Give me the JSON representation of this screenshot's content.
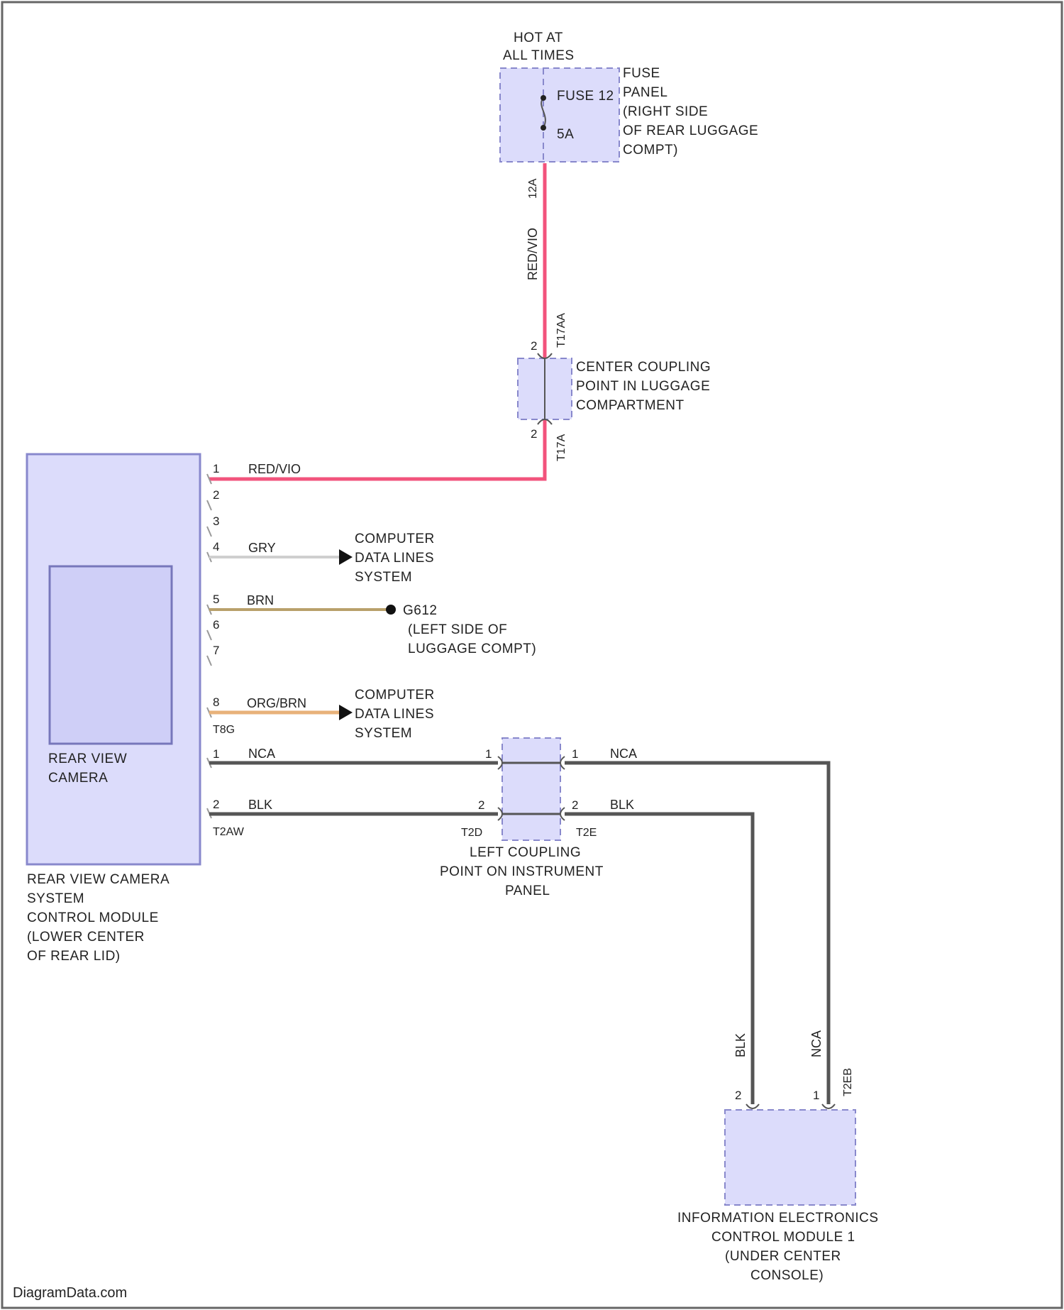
{
  "supply": {
    "line1": "HOT AT",
    "line2": "ALL TIMES"
  },
  "fuse": {
    "name": "FUSE 12",
    "rating": "5A",
    "location": [
      "FUSE",
      "PANEL",
      "(RIGHT SIDE",
      "OF REAR LUGGAGE",
      "COMPT)"
    ],
    "terminal": "12A"
  },
  "center_coupling": {
    "label": [
      "CENTER COUPLING",
      "POINT IN LUGGAGE",
      "COMPARTMENT"
    ],
    "upper_connector": "T17AA",
    "lower_connector": "T17A",
    "upper_pin": "2",
    "lower_pin": "2"
  },
  "camera_module": {
    "inner_label": [
      "REAR VIEW",
      "CAMERA"
    ],
    "label": [
      "REAR VIEW CAMERA",
      "SYSTEM",
      "CONTROL MODULE",
      "(LOWER CENTER",
      "OF REAR LID)"
    ],
    "upper_connector": "T8G",
    "lower_connector": "T2AW",
    "pins": [
      "1",
      "2",
      "3",
      "4",
      "5",
      "6",
      "7",
      "8"
    ],
    "lower_pins": [
      "1",
      "2"
    ]
  },
  "wires": {
    "feed_vertical": "RED/VIO",
    "feed_horizontal": "RED/VIO",
    "pin4": "GRY",
    "pin5": "BRN",
    "pin8": "ORG/BRN",
    "video_left": "NCA",
    "ground_left": "BLK",
    "video_right": "NCA",
    "ground_right": "BLK",
    "video_vertical": "NCA",
    "ground_vertical": "BLK"
  },
  "destinations": {
    "data1": [
      "COMPUTER",
      "DATA LINES",
      "SYSTEM"
    ],
    "ground": [
      "G612",
      "(LEFT SIDE OF",
      "LUGGAGE COMPT)"
    ],
    "data2": [
      "COMPUTER",
      "DATA LINES",
      "SYSTEM"
    ]
  },
  "left_coupling": {
    "label": [
      "LEFT COUPLING",
      "POINT ON INSTRUMENT",
      "PANEL"
    ],
    "left_connector": "T2D",
    "right_connector": "T2E",
    "left_pins": [
      "1",
      "2"
    ],
    "right_pins": [
      "1",
      "2"
    ]
  },
  "info_module": {
    "label": [
      "INFORMATION ELECTRONICS",
      "CONTROL MODULE 1",
      "(UNDER CENTER",
      "CONSOLE)"
    ],
    "connector": "T2EB",
    "pins": [
      "2",
      "1"
    ]
  },
  "footer": "DiagramData.com",
  "colors": {
    "red_vio": "#f2537c",
    "gry": "#cfcfcf",
    "brn": "#b8a06a",
    "org_brn": "#e8b27a",
    "nca": "#555555",
    "blk": "#555555",
    "component_fill": "#dcdcfb",
    "component_stroke": "#8888cc"
  }
}
